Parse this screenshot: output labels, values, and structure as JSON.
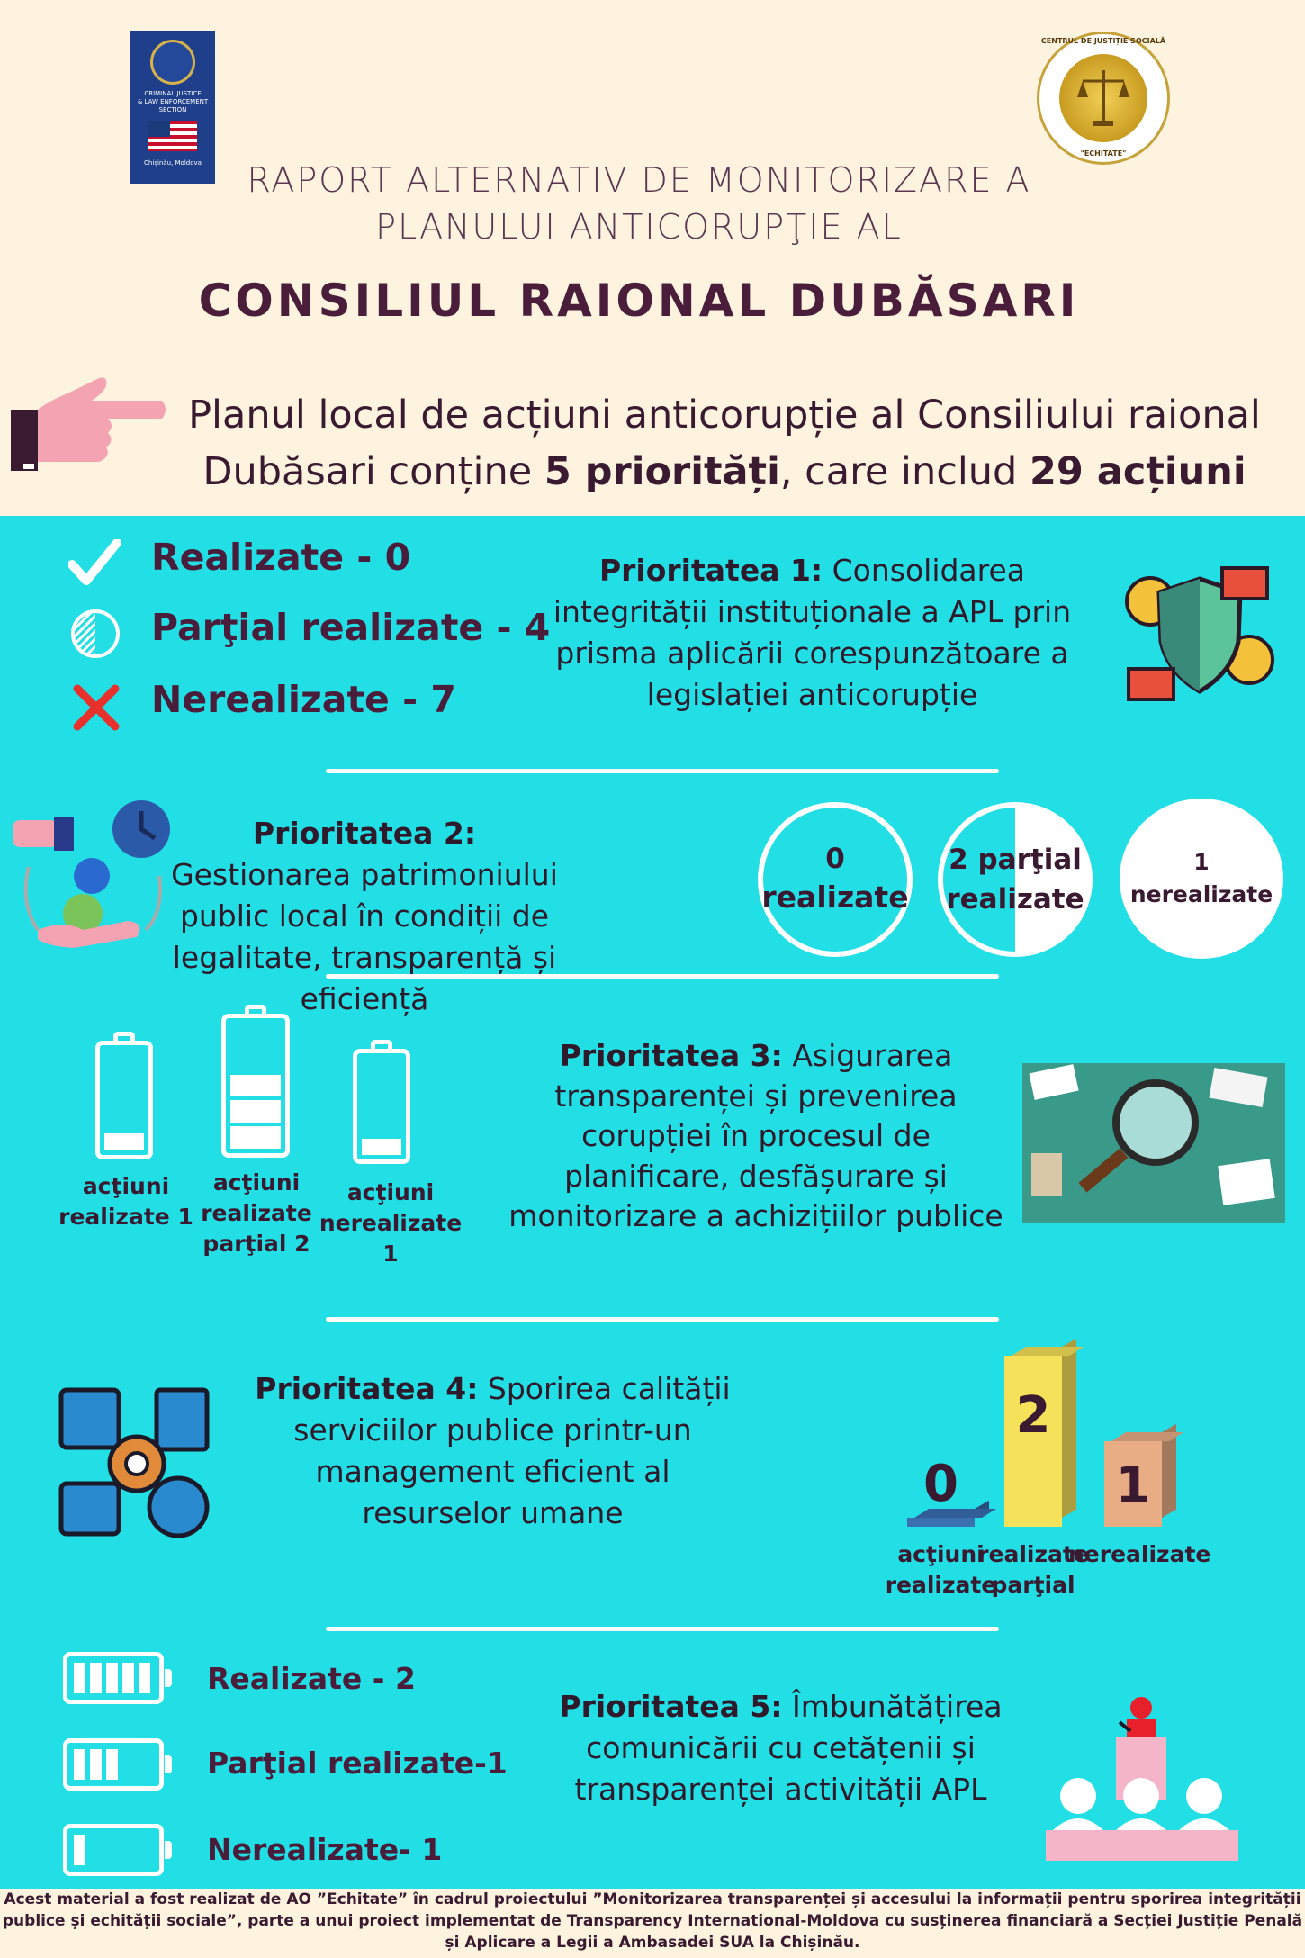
{
  "header": {
    "left_logo_text": [
      "CRIMINAL JUSTICE",
      "& LAW ENFORCEMENT",
      "SECTION",
      "Chișinău, Moldova"
    ],
    "right_logo_text": [
      "CENTRUL DE JUSTIȚIE SOCIALĂ",
      "\"ECHITATE\""
    ],
    "title_line1": "RAPORT ALTERNATIV DE MONITORIZARE A",
    "title_line2": "PLANULUI ANTICORUPŢIE AL",
    "title_main": "CONSILIUL RAIONAL DUBĂSARI"
  },
  "intro": {
    "part1": "Planul local de acțiuni anticorupție al Consiliului raional Dubăsari conține ",
    "priorities": "5 priorități",
    "part2": ", care includ ",
    "actions": "29 acțiuni"
  },
  "summary": {
    "done": "Realizate - 0",
    "partial": "Parţial realizate - 4",
    "not_done": "Nerealizate - 7"
  },
  "p1": {
    "heading": "Prioritatea 1:",
    "text": " Consolidarea integrității instituționale a APL prin prisma aplicării corespunzătoare a legislației anticorupție"
  },
  "p2": {
    "heading": "Prioritatea 2:",
    "text": " Gestionarea patrimoniului public local în condiții de legalitate, transparență și eficiență",
    "c1_num": "0",
    "c1_label": "realizate",
    "c2_num": "2 parţial",
    "c2_label": "realizate",
    "c3_num": "1",
    "c3_label": "nerealizate"
  },
  "p3": {
    "heading": "Prioritatea 3:",
    "text": " Asigurarea transparenței și prevenirea corupției în procesul de planificare, desfășurare și monitorizare a achizițiilor publice",
    "b1": [
      "acţiuni",
      "realizate 1"
    ],
    "b2": [
      "acţiuni",
      "realizate",
      "parţial 2"
    ],
    "b3": [
      "acţiuni",
      "nerealizate 1"
    ],
    "batteries": [
      {
        "level": 1,
        "of": 5
      },
      {
        "level": 3,
        "of": 5
      },
      {
        "level": 1,
        "of": 5
      }
    ]
  },
  "p4": {
    "heading": "Prioritatea 4:",
    "text": " Sporirea calității serviciilor publice printr-un management eficient al resurselor umane",
    "bars": [
      {
        "value": "0",
        "label": [
          "acţiuni",
          "realizate"
        ],
        "color": "#3a6fb0"
      },
      {
        "value": "2",
        "label": [
          "realizate",
          "parţial"
        ],
        "color": "#f6e25a"
      },
      {
        "value": "1",
        "label": [
          "nerealizate"
        ],
        "color": "#e9ad86"
      }
    ]
  },
  "p5": {
    "heading": "Prioritatea 5:",
    "text": " Îmbunătățirea comunicării cu cetățenii și transparenței activității APL",
    "done": "Realizate - 2",
    "partial": "Parţial realizate-1",
    "not_done": "Nerealizate- 1"
  },
  "footer": {
    "text": "Acest material a fost realizat de AO ”Echitate” în cadrul proiectului ”Monitorizarea transparenței și accesului la informații pentru sporirea integrității publice și echității sociale”, parte a unui proiect implementat de Transparency International-Moldova cu susținerea financiară a Secției Justiție Penală și Aplicare a Legii a Ambasadei SUA la Chișinău."
  }
}
